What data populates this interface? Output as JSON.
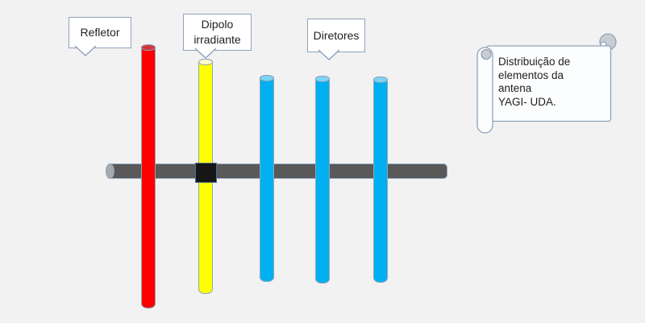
{
  "background_color": "#f2f2f2",
  "colors": {
    "outline": "#8fa3bd",
    "boom": "#595959",
    "boom_cap": "#a6a9ad",
    "reflector": "#ff0000",
    "reflector_cap": "#d43333",
    "dipole": "#ffff00",
    "dipole_cap": "#ffffc9",
    "director": "#00b0f0",
    "director_cap": "#7cd5f7",
    "feed_block": "#161616"
  },
  "callouts": {
    "reflector": "Refletor",
    "dipole": "Dipolo irradiante",
    "directors": "Diretores"
  },
  "note": "Distribuição de\nelementos da\nantena\nYAGI- UDA."
}
